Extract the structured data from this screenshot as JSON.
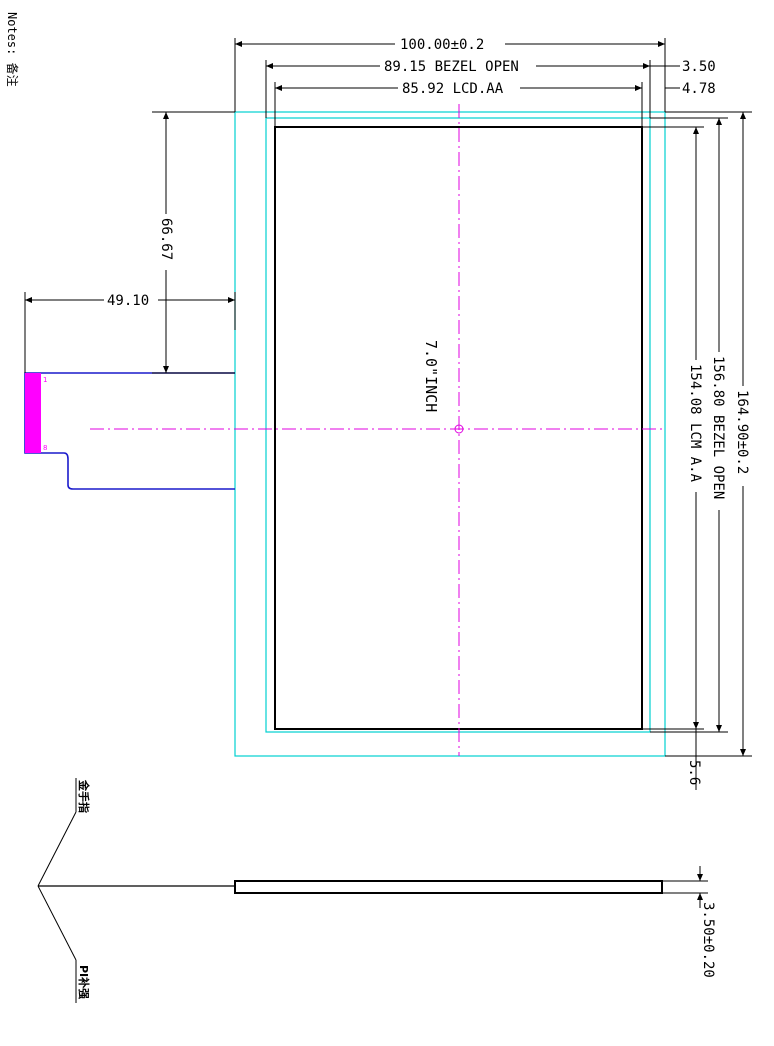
{
  "notes": "Notes: 备注",
  "dims": {
    "overall_width": "100.00±0.2",
    "bezel_open_width": "89.15 BEZEL OPEN",
    "lcd_aa_width": "85.92 LCD.AA",
    "edge_top_1": "3.50",
    "edge_top_2": "4.78",
    "fpc_offset": "66.67",
    "fpc_length": "49.10",
    "overall_height": "164.90±0.2",
    "bezel_open_height": "156.80 BEZEL OPEN",
    "lcm_aa_height": "154.08 LCM A.A",
    "edge_bottom": "5.6",
    "thickness": "3.50±0.20"
  },
  "center_label": "7.0\"INCH",
  "callouts": {
    "gold_finger": "金手指",
    "pi_stiffener": "PI补强"
  },
  "colors": {
    "outline": "#00d0d0",
    "center_line": "#e000e0",
    "fpc": "#1a1acc",
    "connector": "#ff00ff",
    "line": "#000000"
  }
}
